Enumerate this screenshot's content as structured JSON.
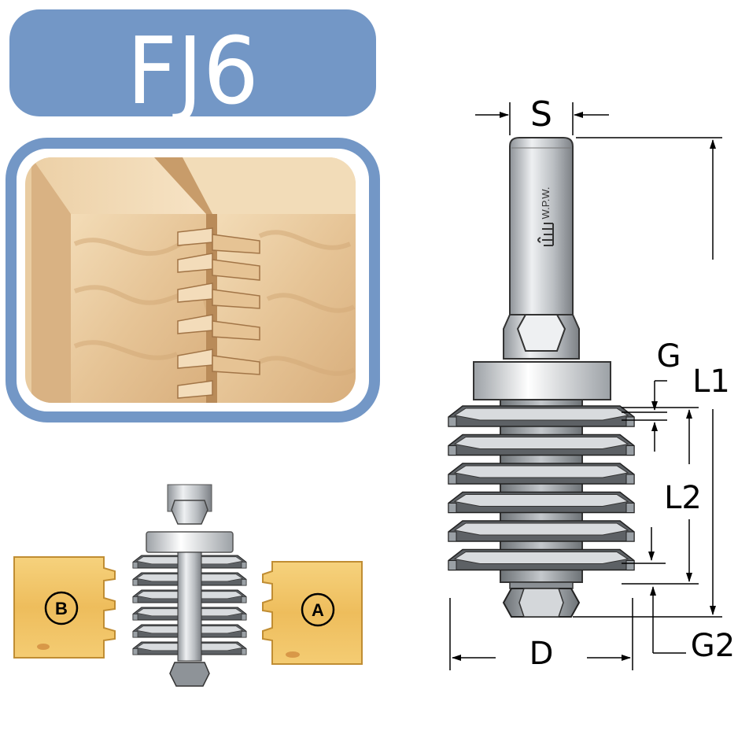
{
  "title": "FJ6",
  "brand": {
    "name": "W.P.W.",
    "logo_glyph": "wpw"
  },
  "dimensions": {
    "S": "S",
    "G": "G",
    "L1": "L1",
    "L2": "L2",
    "D": "D",
    "G2": "G2"
  },
  "workpieces": {
    "left": "B",
    "right": "A"
  },
  "colors": {
    "title_panel": "#7397c6",
    "panel_border": "#7397c6",
    "wood_light": "#f1d9b4",
    "wood_mid": "#e2bf91",
    "wood_dark": "#c8986a",
    "pine": "#f0c46a",
    "steel_light": "#e6e8ea",
    "steel_mid": "#a7acb1",
    "steel_dark": "#56595c",
    "cutter_face": "#616569"
  }
}
